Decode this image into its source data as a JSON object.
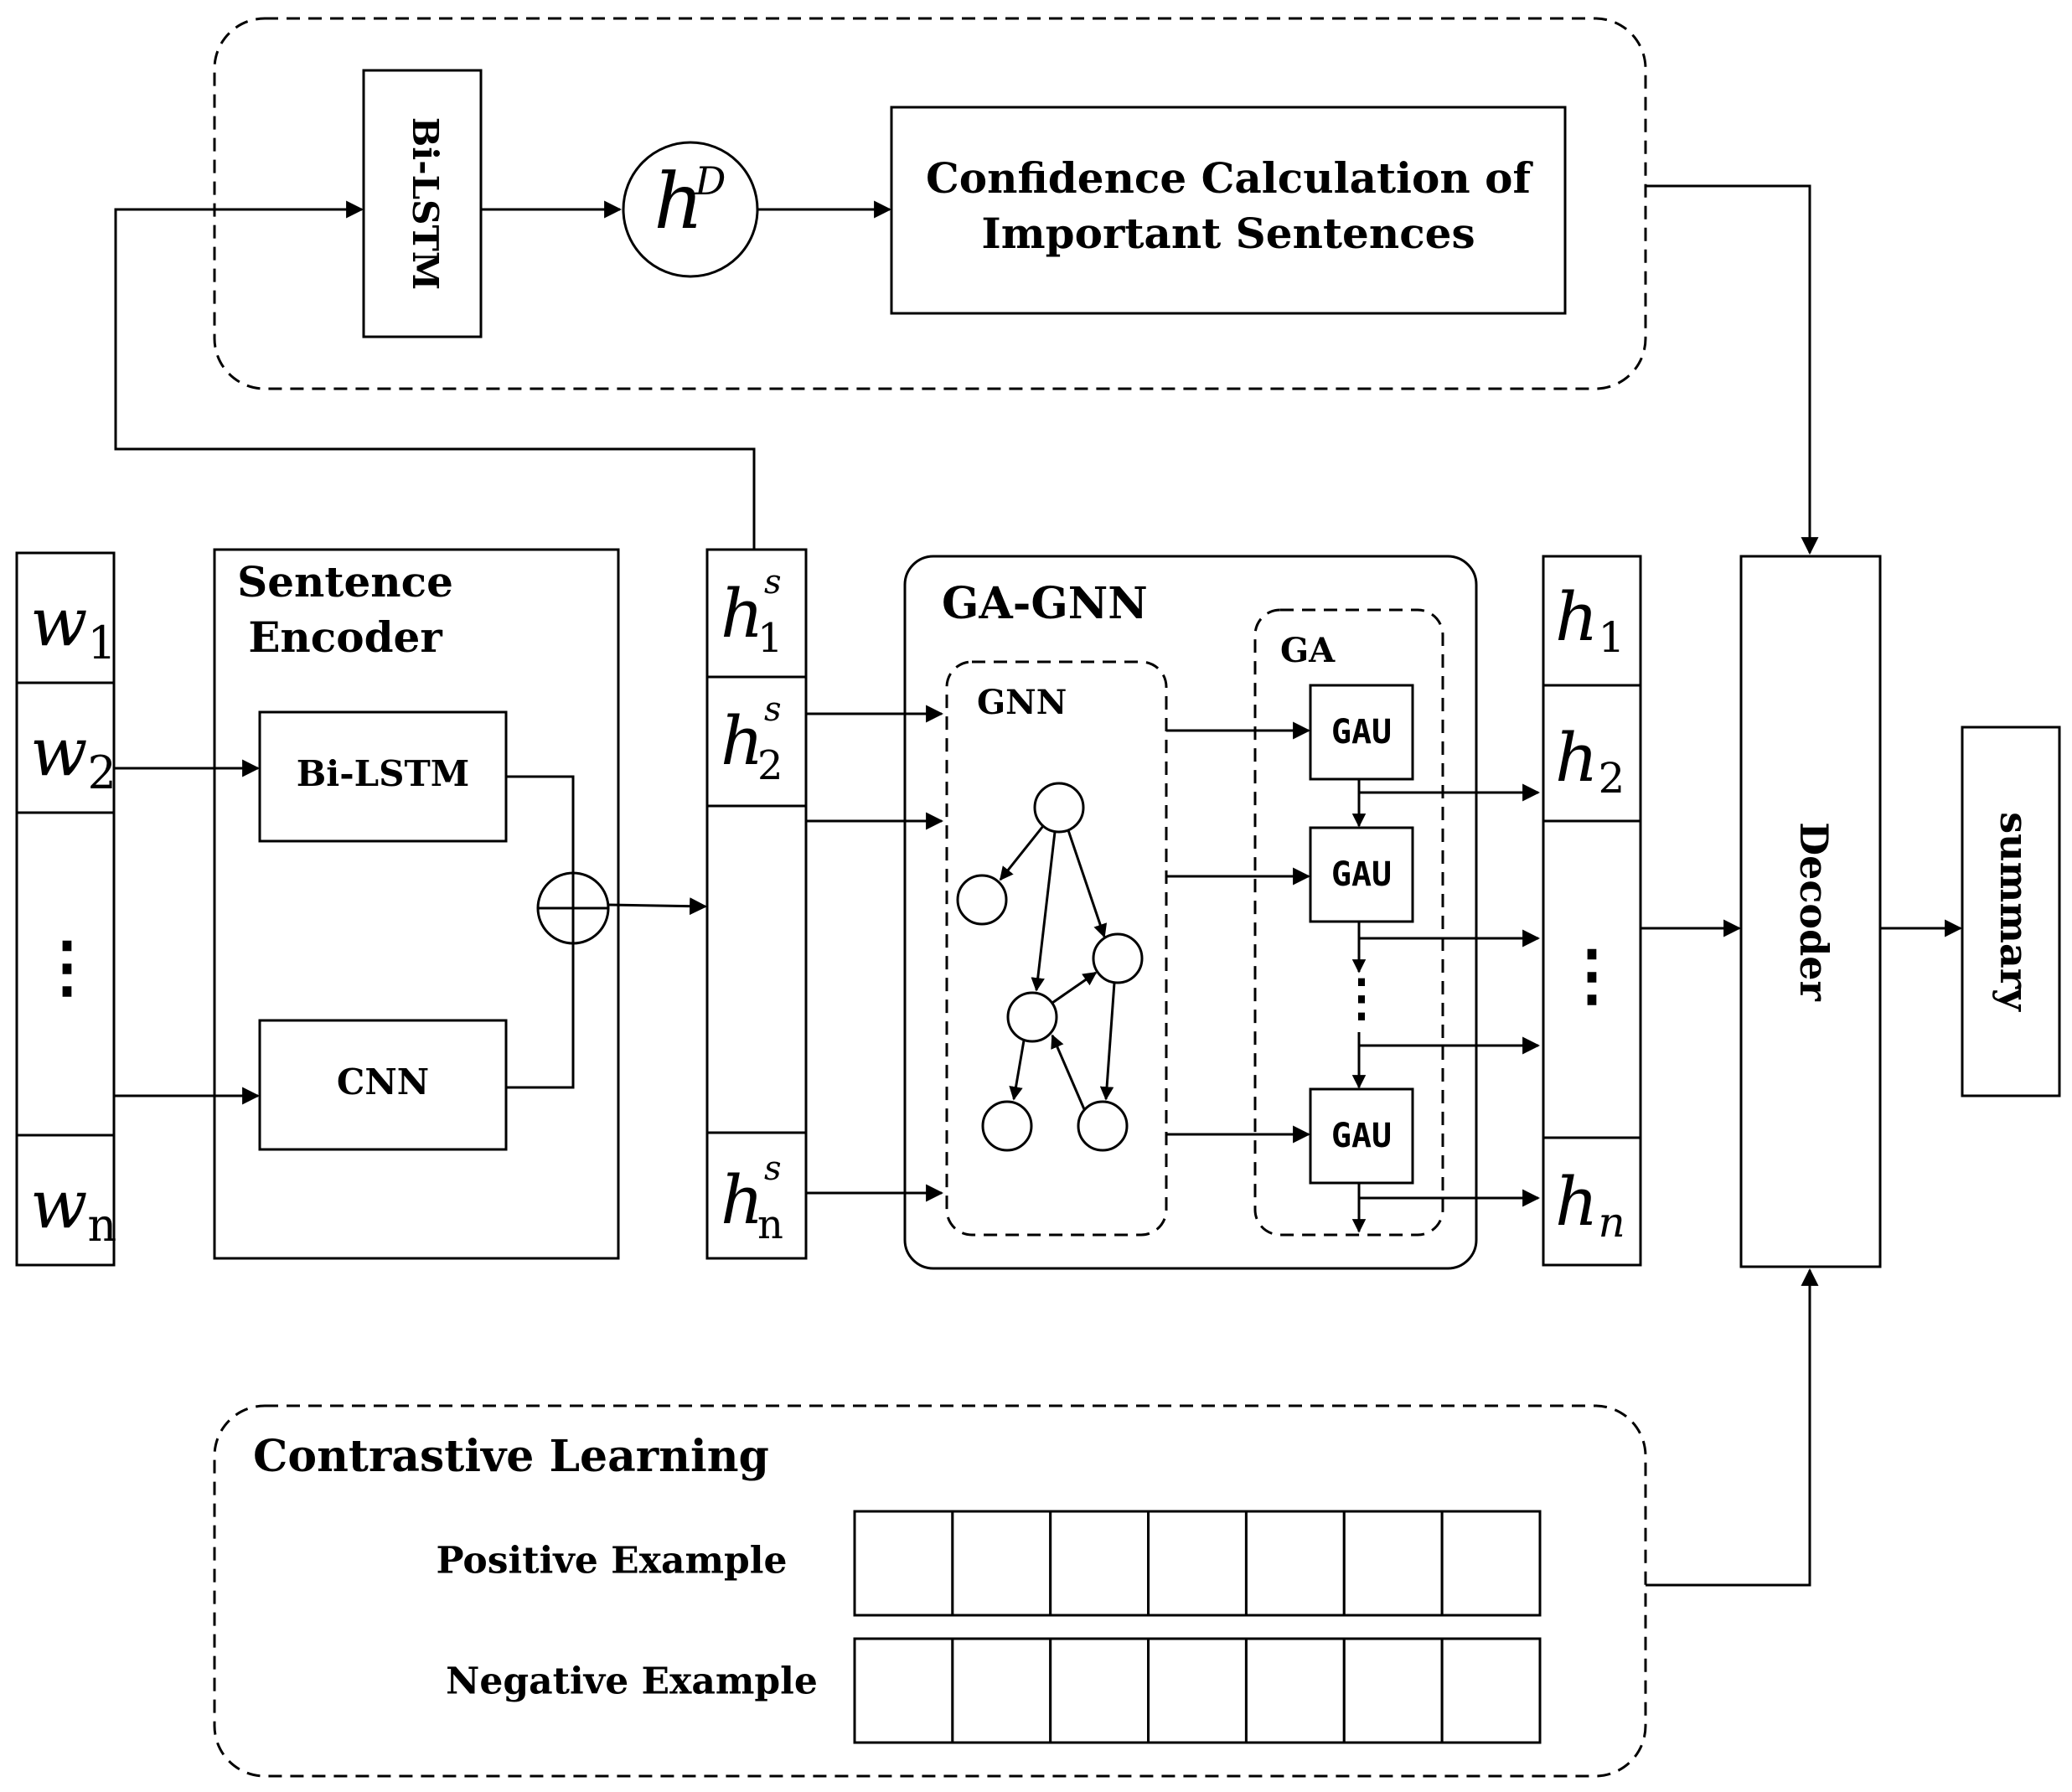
{
  "top": {
    "bilstm": "Bi-LSTM",
    "hd_main": "h",
    "hd_sup": "D",
    "confidence_line1": "Confidence Calculation of",
    "confidence_line2": "Important Sentences"
  },
  "words": {
    "base": "w",
    "subs": [
      "1",
      "2",
      "n"
    ],
    "dots": "⋮"
  },
  "encoder": {
    "title_line1": "Sentence",
    "title_line2": "Encoder",
    "bilstm": "Bi-LSTM",
    "cnn": "CNN"
  },
  "sentence_states": {
    "base": "h",
    "sup": "s",
    "subs": [
      "1",
      "2",
      "n"
    ]
  },
  "gagnn": {
    "title": "GA-GNN",
    "gnn": "GNN",
    "ga": "GA",
    "gau": "GAU",
    "dots": "⋮"
  },
  "hidden": {
    "base": "h",
    "subs": [
      "1",
      "2",
      "n"
    ],
    "dots": "⋮"
  },
  "decoder": "Decoder",
  "summary": "summary",
  "contrastive": {
    "title": "Contrastive Learning",
    "positive": "Positive Example",
    "negative": "Negative Example",
    "cells_per_row": 7
  }
}
